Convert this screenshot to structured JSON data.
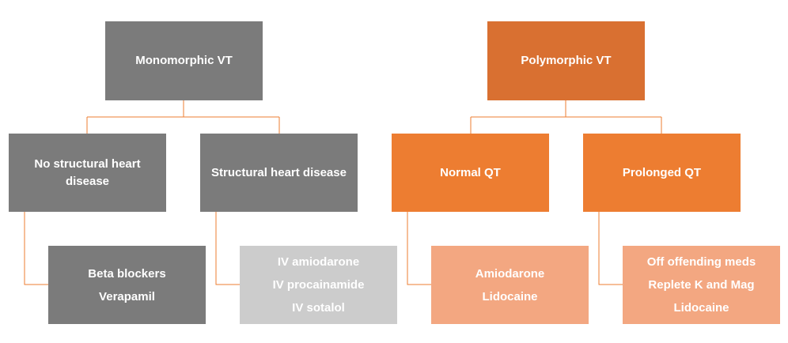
{
  "colors": {
    "connector": "#ed7d31",
    "gray_box": "#7b7b7b",
    "light_gray_box": "#cccccc",
    "orange_root": "#d97031",
    "orange_box": "#ed7d31",
    "salmon_box": "#f3a781"
  },
  "left_tree": {
    "root": "Monomorphic VT",
    "branches": [
      {
        "label": "No structural heart disease",
        "treatments": [
          "Beta blockers",
          "Verapamil"
        ]
      },
      {
        "label": "Structural heart disease",
        "treatments": [
          "IV amiodarone",
          "IV procainamide",
          "IV sotalol"
        ]
      }
    ]
  },
  "right_tree": {
    "root": "Polymorphic VT",
    "branches": [
      {
        "label": "Normal QT",
        "treatments": [
          "Amiodarone",
          "Lidocaine"
        ]
      },
      {
        "label": "Prolonged QT",
        "treatments": [
          "Off offending meds",
          "Replete K and Mag",
          "Lidocaine"
        ]
      }
    ]
  }
}
